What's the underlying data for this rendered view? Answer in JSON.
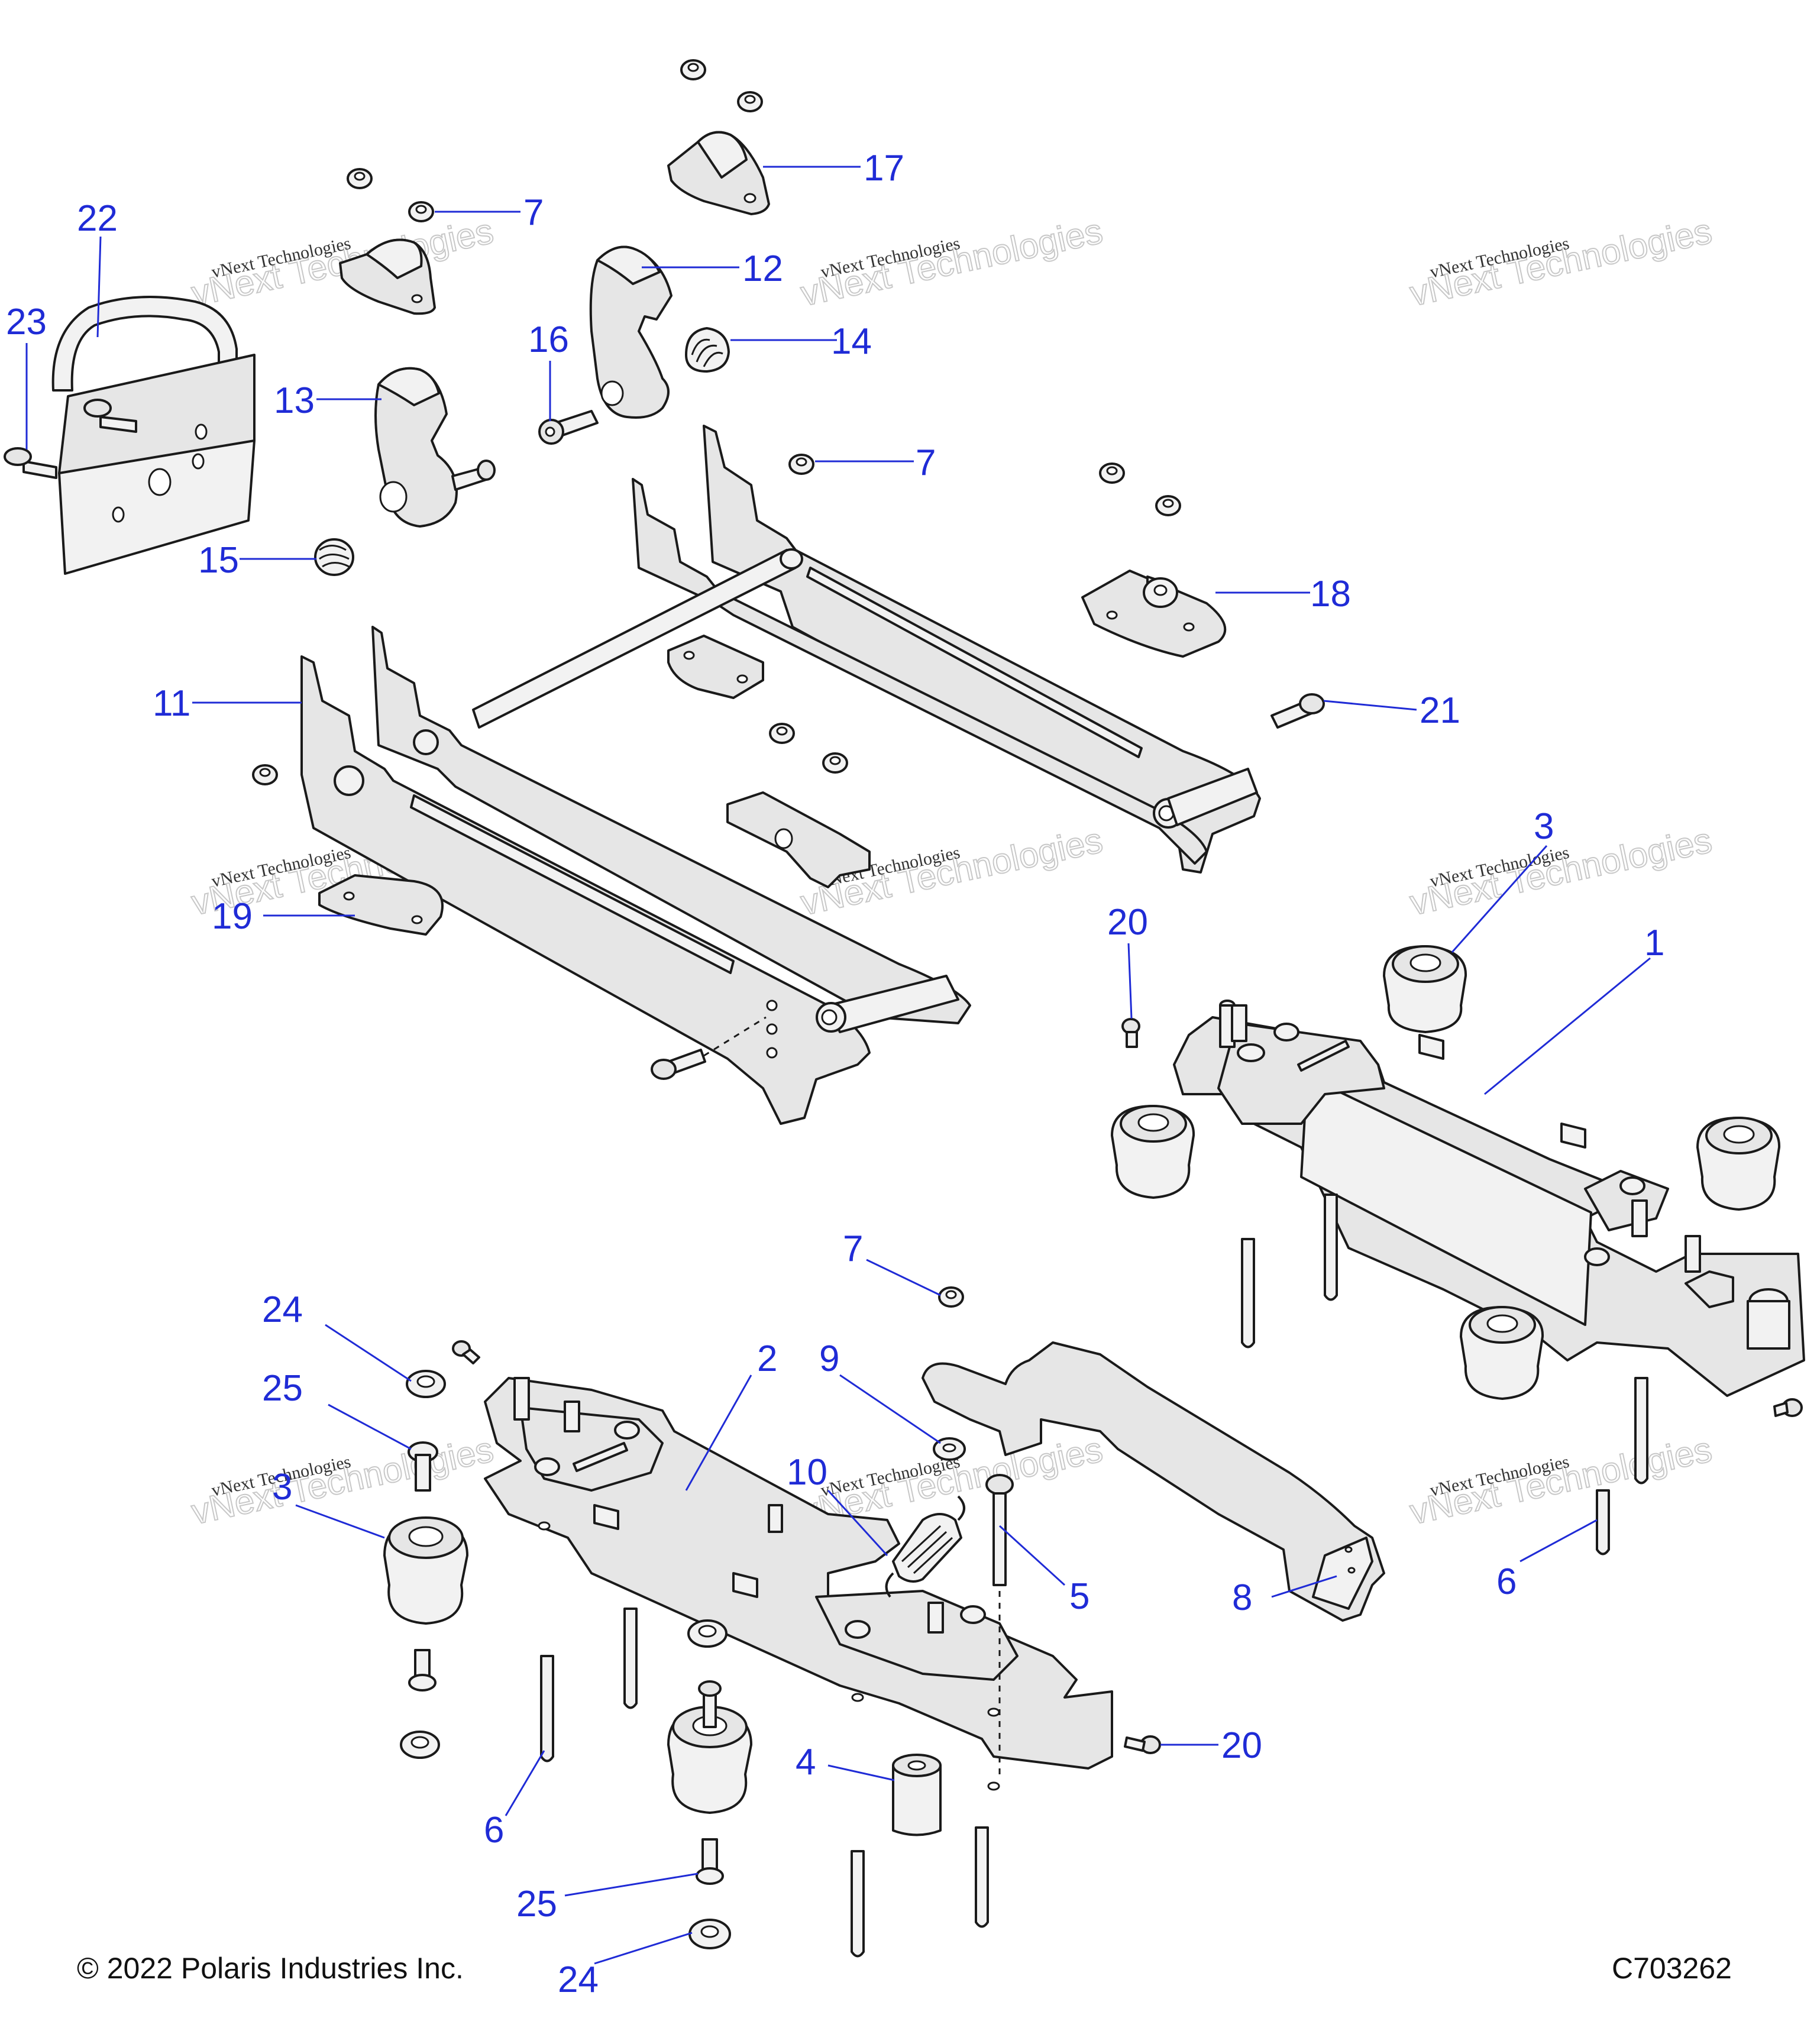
{
  "diagram": {
    "copyright": "© 2022 Polaris Industries Inc.",
    "code": "C703262",
    "watermark_line1": "vNext Technologies",
    "watermark_line2": "vNext Technologies",
    "callouts": [
      {
        "id": "c17",
        "label": "17"
      },
      {
        "id": "c7a",
        "label": "7"
      },
      {
        "id": "c22",
        "label": "22"
      },
      {
        "id": "c12",
        "label": "12"
      },
      {
        "id": "c23",
        "label": "23"
      },
      {
        "id": "c16",
        "label": "16"
      },
      {
        "id": "c14",
        "label": "14"
      },
      {
        "id": "c13",
        "label": "13"
      },
      {
        "id": "c7b",
        "label": "7"
      },
      {
        "id": "c15",
        "label": "15"
      },
      {
        "id": "c18",
        "label": "18"
      },
      {
        "id": "c11",
        "label": "11"
      },
      {
        "id": "c21",
        "label": "21"
      },
      {
        "id": "c3a",
        "label": "3"
      },
      {
        "id": "c20a",
        "label": "20"
      },
      {
        "id": "c19",
        "label": "19"
      },
      {
        "id": "c1",
        "label": "1"
      },
      {
        "id": "c7c",
        "label": "7"
      },
      {
        "id": "c24a",
        "label": "24"
      },
      {
        "id": "c2",
        "label": "2"
      },
      {
        "id": "c9",
        "label": "9"
      },
      {
        "id": "c25a",
        "label": "25"
      },
      {
        "id": "c10",
        "label": "10"
      },
      {
        "id": "c3b",
        "label": "3"
      },
      {
        "id": "c5",
        "label": "5"
      },
      {
        "id": "c8",
        "label": "8"
      },
      {
        "id": "c6a",
        "label": "6"
      },
      {
        "id": "c20b",
        "label": "20"
      },
      {
        "id": "c4",
        "label": "4"
      },
      {
        "id": "c6b",
        "label": "6"
      },
      {
        "id": "c25b",
        "label": "25"
      },
      {
        "id": "c24b",
        "label": "24"
      }
    ]
  }
}
